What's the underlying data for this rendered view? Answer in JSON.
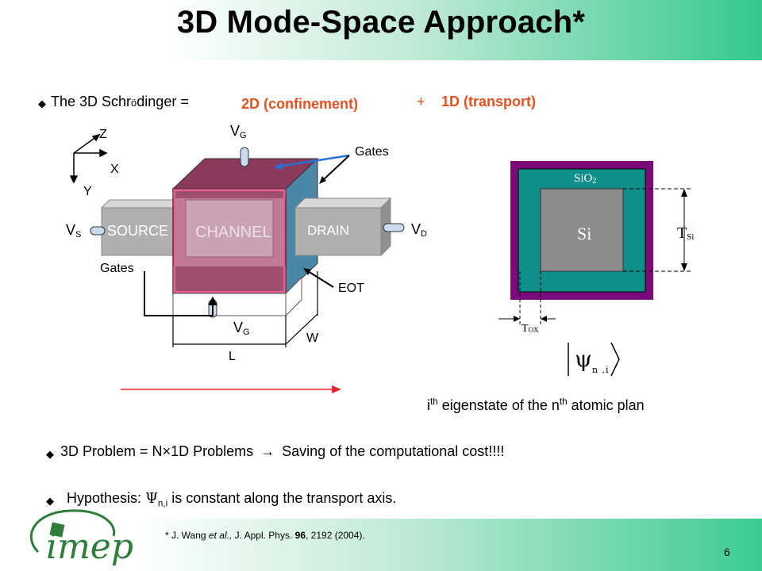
{
  "slide": {
    "title": "3D Mode-Space Approach*",
    "page_number": "6",
    "bullet1": {
      "prefix": "The 3D Schr",
      "o_umlaut": "ö",
      "suffix": "dinger =",
      "term_2d": "2D (confinement)",
      "plus": "+",
      "term_1d": "1D (transport)"
    },
    "diagram": {
      "axis_z": "Z",
      "axis_x": "X",
      "axis_y": "Y",
      "vg_top": "V",
      "vg_top_sub": "G",
      "vg_bottom": "V",
      "vg_bottom_sub": "G",
      "vs": "V",
      "vs_sub": "S",
      "vd": "V",
      "vd_sub": "D",
      "gates_top": "Gates",
      "gates_left": "Gates",
      "source": "SOURCE",
      "channel": "CHANNEL",
      "drain": "DRAIN",
      "eot": "EOT",
      "w": "W",
      "l": "L"
    },
    "cross_section": {
      "sio2": "SiO",
      "sio2_sub": "2",
      "si": "Si",
      "tsi": "T",
      "tsi_sub": "Si",
      "tox": "T",
      "tox_sub": "OX",
      "psi": "ψ",
      "psi_sub": "n ,i"
    },
    "eigenstate": {
      "i": "i",
      "th1": "th",
      "mid": " eigenstate of the n",
      "th2": "th",
      "end": " atomic plan"
    },
    "bullet2": {
      "text_a": "3D Problem = N",
      "times": "×",
      "text_b": "1D Problems",
      "arrow": "→",
      "text_c": "Saving of the computational cost!!!!"
    },
    "bullet3": {
      "prefix": "Hypothesis:",
      "psi": "Ψ",
      "psi_sub": "n,i",
      "suffix": "is constant along the transport axis."
    },
    "reference": {
      "a": "* J. Wang ",
      "etal": "et al.,",
      "b": " J. Appl. Phys. ",
      "vol": "96",
      "c": ", 2192 (2004)."
    },
    "logo": "imep"
  },
  "colors": {
    "accent_green": "#34c890",
    "orange": "#e8501e",
    "red_arrow": "#e8202a",
    "teal": "#0f8f8a",
    "purple": "#7a0a7a",
    "gate_maroon": "#8a3a5a"
  }
}
